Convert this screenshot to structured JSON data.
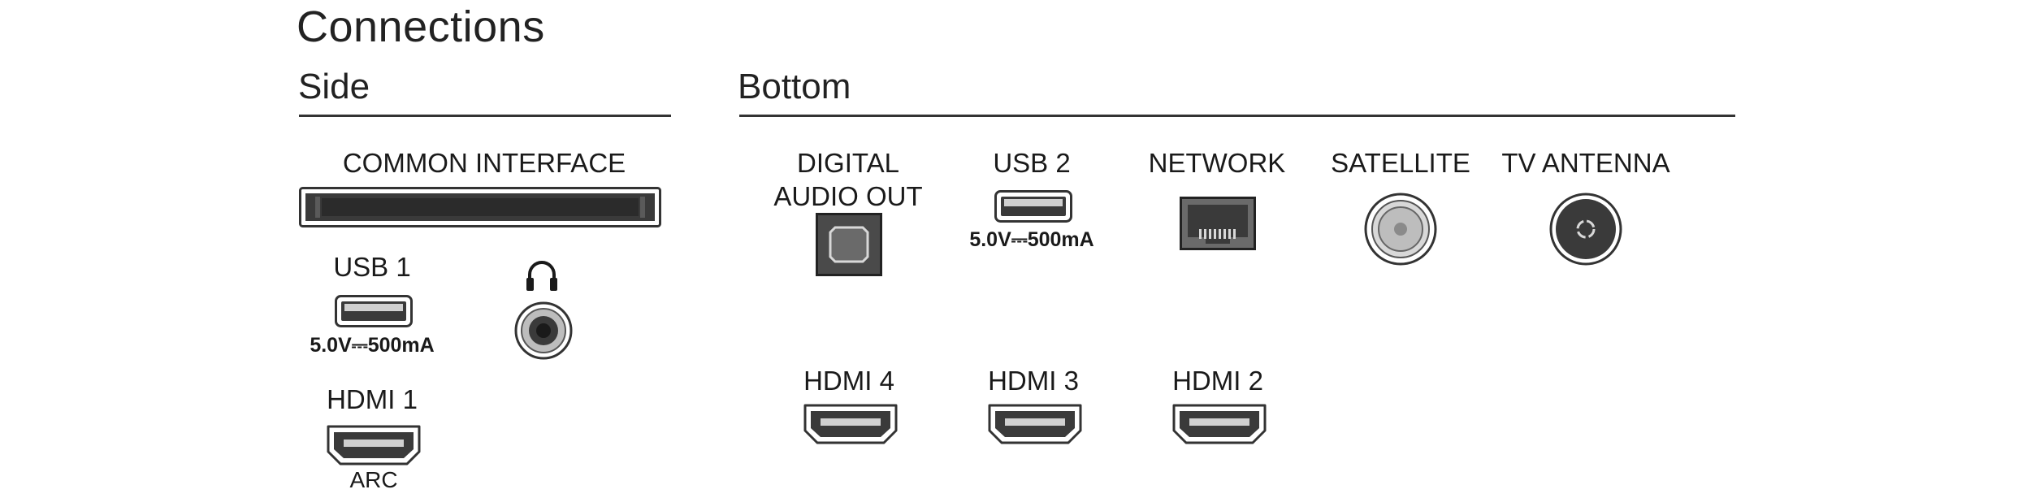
{
  "title": "Connections",
  "sections": {
    "side": {
      "label": "Side",
      "common_interface": "COMMON INTERFACE",
      "usb1": {
        "label": "USB 1",
        "rating": "5.0V⎓500mA"
      },
      "headphone_icon": "headphone-icon",
      "hdmi1": {
        "label": "HDMI 1",
        "sub": "ARC"
      }
    },
    "bottom": {
      "label": "Bottom",
      "digital_audio_out": {
        "line1": "DIGITAL",
        "line2": "AUDIO OUT"
      },
      "usb2": {
        "label": "USB 2",
        "rating": "5.0V⎓500mA"
      },
      "network": "NETWORK",
      "satellite": "SATELLITE",
      "tv_antenna": "TV ANTENNA",
      "hdmi4": "HDMI 4",
      "hdmi3": "HDMI 3",
      "hdmi2": "HDMI 2"
    }
  },
  "colors": {
    "port_dark": "#3a3a3a",
    "port_face": "#d8d8d8",
    "rule": "#333333"
  }
}
